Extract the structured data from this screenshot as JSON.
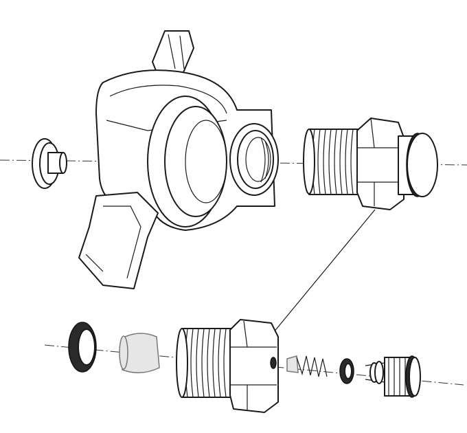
{
  "colors": {
    "line": "#1a1a1a",
    "background": "#ffffff",
    "cap_fill": "#e6e6e6"
  },
  "icons": [
    "coupling-body",
    "end-cap",
    "threaded-adapter",
    "seal-ring",
    "plastic-cap",
    "threaded-fitting",
    "spring",
    "o-ring",
    "valve-insert"
  ]
}
